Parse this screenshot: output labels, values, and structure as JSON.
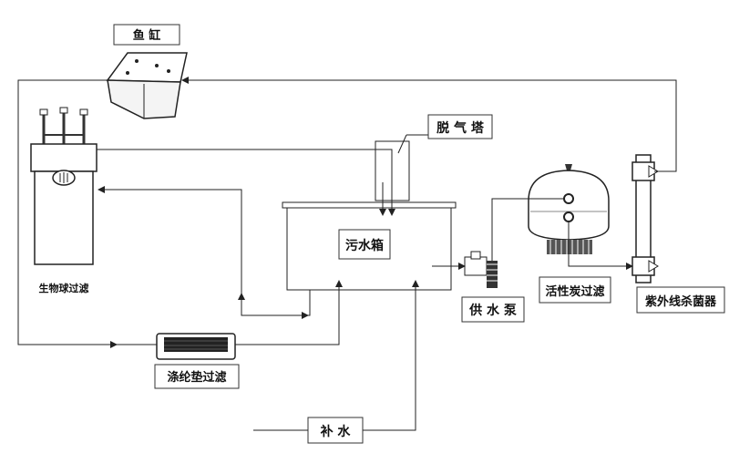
{
  "labels": {
    "fish_tank": "鱼 缸",
    "degassing_tower": "脱 气 塔",
    "bio_filter": "生物球过滤",
    "sewage_tank": "污水箱",
    "supply_pump": "供 水 泵",
    "carbon_filter": "活性炭过滤",
    "uv_sterilizer": "紫外线杀菌器",
    "polyester_filter": "涤纶垫过滤",
    "makeup_water": "补 水"
  }
}
